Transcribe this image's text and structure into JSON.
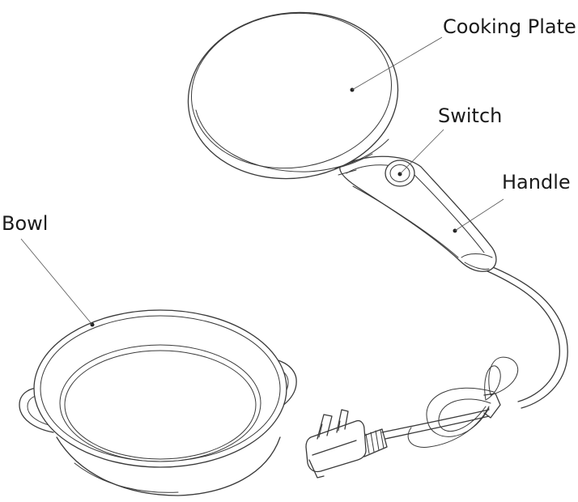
{
  "labels": {
    "cooking_plate": "Cooking Plate",
    "switch": "Switch",
    "handle": "Handle",
    "bowl": "Bowl"
  }
}
